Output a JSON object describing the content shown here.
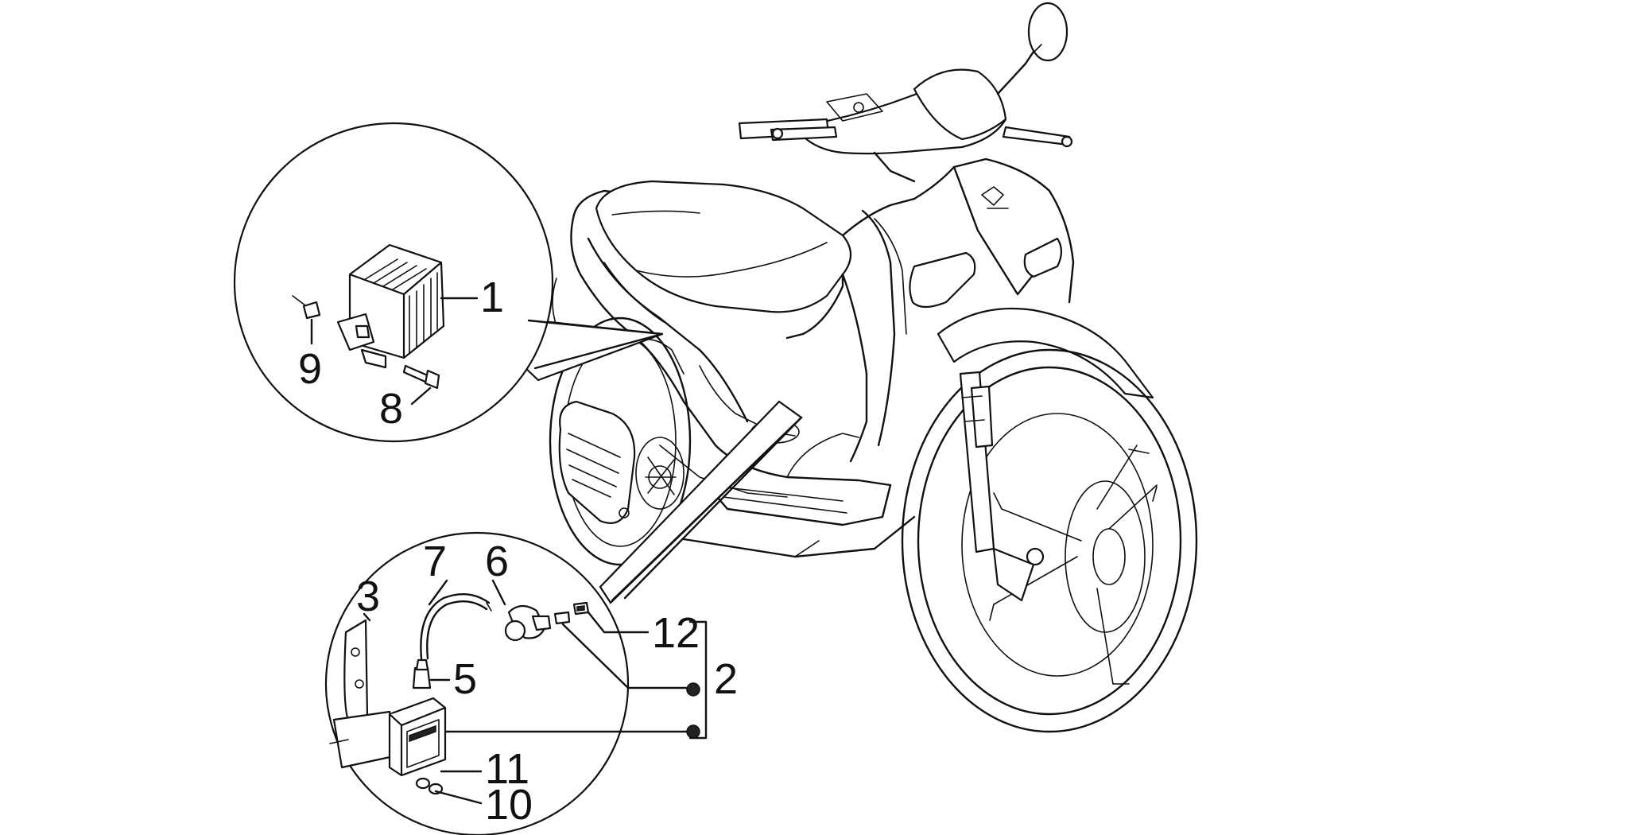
{
  "callouts": {
    "c1": "1",
    "c2": "2",
    "c3": "3",
    "c5": "5",
    "c6": "6",
    "c7": "7",
    "c8": "8",
    "c9": "9",
    "c10": "10",
    "c11": "11",
    "c12": "12"
  }
}
